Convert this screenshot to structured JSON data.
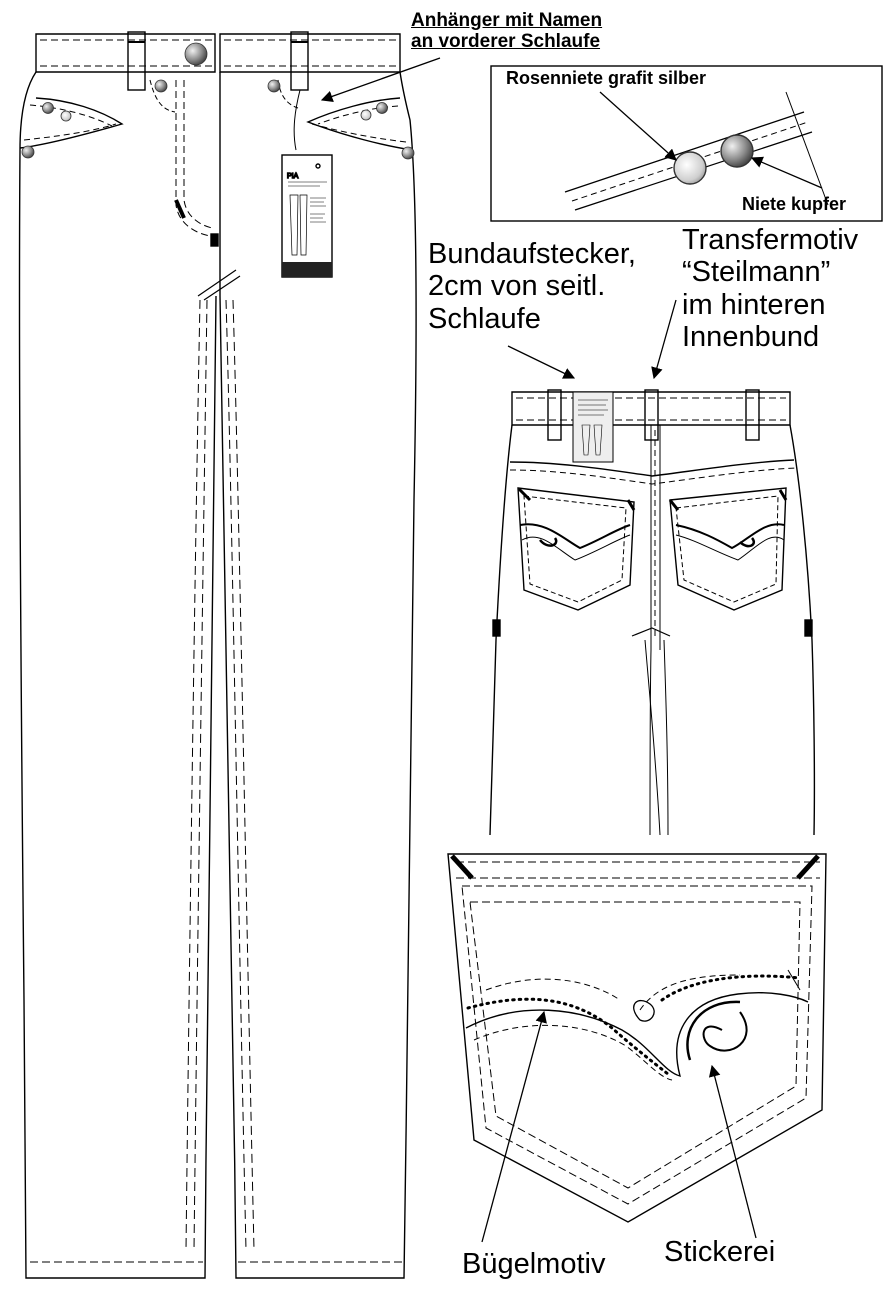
{
  "labels": {
    "tag_callout": "Anhänger mit Namen\nan vorderer Schlaufe",
    "rivet_rose": "Rosenniete grafit silber",
    "rivet_copper": "Niete kupfer",
    "waistband_patch": "Bundaufstecker,\n2cm von seitl.\nSchlaufe",
    "transfer_motif": "Transfermotiv\n“Steilmann”\n im hinteren\n Innenbund",
    "iron_motif": "Bügelmotiv",
    "embroidery": "Stickerei"
  },
  "hang_tag": {
    "name": "PIA"
  },
  "colors": {
    "line": "#000000",
    "background": "#ffffff",
    "rivet_grey": "#9a9a9a",
    "rivet_light": "#d8d8d8"
  }
}
